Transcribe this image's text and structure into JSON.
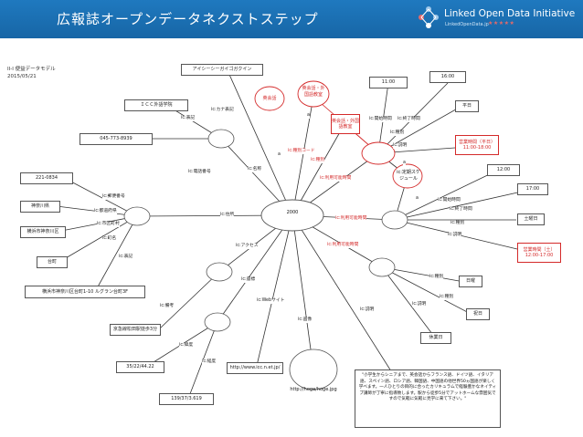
{
  "header": {
    "title": "広報誌オープンデータネクストステップ",
    "logo_text": "Linked Open Data Initiative",
    "logo_sub": "LinkedOpenData.jp",
    "logo_stars": "★★★★★",
    "bg_color": "#1f79bf"
  },
  "meta": {
    "line1": "II-I 便益データモデル",
    "line2": "2015/05/21"
  },
  "colors": {
    "edge": "#333333",
    "accent_red": "#d42a2a"
  },
  "nodes": {
    "center": "2000",
    "name_value": "アイシーシーガイゴガクイン",
    "kana_value": "ＩＣＣ外語学院",
    "phone_value": "045-773-8939",
    "postal_value": "221-0834",
    "pref_value": "神奈川県",
    "city_value": "横浜市神奈川区",
    "chome_value": "台町",
    "street_value": "横浜市神奈川区台町1-10  ルグラン台町3F",
    "access_value": "京急線松田駅徒歩3分",
    "lat_value": "35/22/44.22",
    "lng_value": "139/37/3.619",
    "web_value": "http://www.icc.n.et.jp/",
    "image_value": "http://hoge/hoge.jpg",
    "description_value": "\"小学生からシニアまで、英会話からフランス語、ドイツ語、イタリア語、スペイン語、ロシア語、韓国語、中国語の他世界50ヵ国語が楽しく学べます。一人ひとりの目的に合ったカリキュラムで経験豊かなネイティブ講師が丁寧に指導致します。駅から徒歩5分でアットホームな雰囲気ですので気軽に気軽に見学に来て下さい。\"",
    "type_eikaiwa": "英会話",
    "type_foreign": "英会話・外国語教室",
    "type_foreign2": "英会話・外国語教室",
    "open_time": "11:00",
    "close_time": "16:00",
    "weekday": "平日",
    "weekday_hours": "営業時間（平日）11:00-18:00",
    "sat_open": "12:00",
    "sat_close": "17:00",
    "saturday": "土曜日",
    "sat_hours": "営業時間（土）12:00-17:00",
    "sunday": "日曜",
    "holiday": "祝日",
    "closed_label": "休業日"
  },
  "edges": {
    "name": "ic:名称",
    "kana": "ic:カナ表記",
    "notation": "ic:表記",
    "phone": "ic:電話番号",
    "address": "ic:住所",
    "postal": "ic:郵便番号",
    "pref": "ic:都道府県",
    "city": "ic:市区町村",
    "chome": "ic:町名",
    "street_notation": "ic:表記",
    "access": "ic:アクセス",
    "remarks": "ic:備考",
    "position": "ic:座標",
    "lat": "ic:緯度",
    "lng": "ic:経度",
    "website": "ic:Webサイト",
    "image": "ic:画像",
    "description": "ic:説明",
    "type": "ic:種別",
    "type_code": "ic:種別コード",
    "a1": "a",
    "a2": "a",
    "a3": "a",
    "a4": "a",
    "available1": "ic:利用可能時間",
    "available2": "ic:利用可能時間",
    "available3": "ic:利用可能時間",
    "open1": "ic:開始時間",
    "end1": "ic:終了時間",
    "kind1": "ic:種別",
    "desc1": "ic:説明",
    "schedule": "ic:定期スケジュール",
    "open2": "ic:開始時間",
    "end2": "ic:終了時間",
    "kind2": "ic:種別",
    "desc2": "ic:説明",
    "kind3": "ic:種別",
    "kind4": "ic:種別",
    "desc3": "ic:説明"
  }
}
